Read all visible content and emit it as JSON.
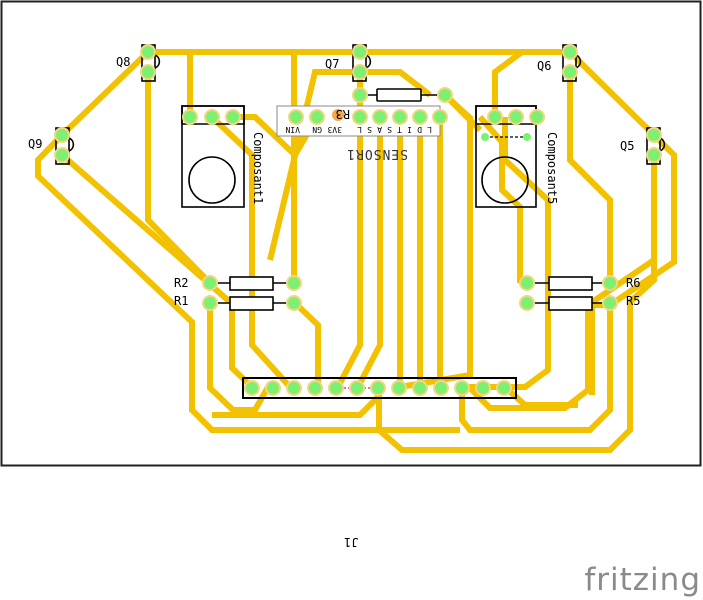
{
  "app": {
    "brand": "fritzing"
  },
  "board": {
    "trace_color": "#f2c200",
    "pad_color": "#7cf070",
    "silk_color": "#000000"
  },
  "components": {
    "transistors": [
      {
        "ref": "Q8"
      },
      {
        "ref": "Q9"
      },
      {
        "ref": "Q7"
      },
      {
        "ref": "Q6"
      },
      {
        "ref": "Q5"
      }
    ],
    "resistors": [
      {
        "ref": "R1"
      },
      {
        "ref": "R2"
      },
      {
        "ref": "R3"
      },
      {
        "ref": "R5"
      },
      {
        "ref": "R6"
      }
    ],
    "modules": [
      {
        "ref": "Composant1"
      },
      {
        "ref": "Composant5"
      }
    ],
    "sensor": {
      "ref": "SENSOR1",
      "pins": [
        "VIN",
        "GN",
        "3V3",
        "L",
        "S",
        "A",
        "S",
        "T",
        "I",
        "D",
        "L"
      ]
    },
    "header": {
      "ref": "J1",
      "pin_count": 13
    }
  }
}
